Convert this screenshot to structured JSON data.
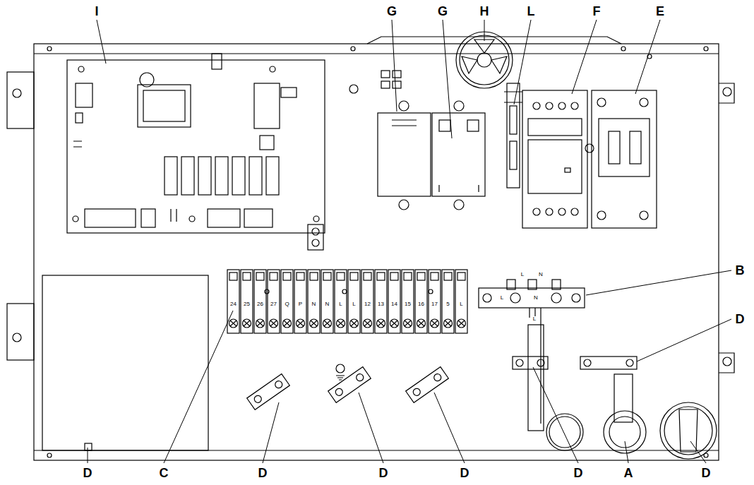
{
  "diagram": {
    "labels": [
      "I",
      "G",
      "G",
      "H",
      "L",
      "F",
      "E",
      "B",
      "D",
      "D",
      "C",
      "D",
      "D",
      "D",
      "D",
      "A",
      "D",
      "24",
      "25",
      "26",
      "27",
      "Q",
      "P",
      "N",
      "N",
      "L",
      "L",
      "12",
      "13",
      "14",
      "15",
      "16",
      "17",
      "5",
      "L",
      "L",
      "N",
      "L",
      "N",
      "L"
    ]
  }
}
